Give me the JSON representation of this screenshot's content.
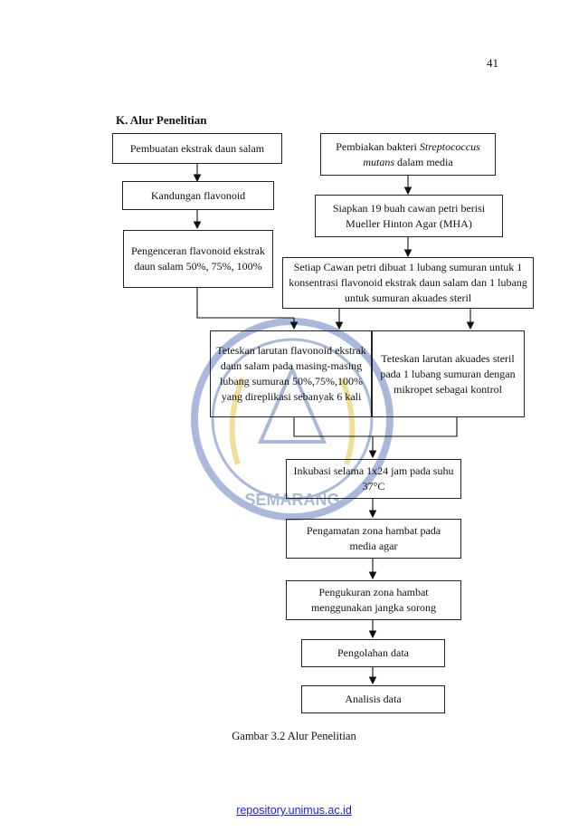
{
  "page_number": "41",
  "section_heading": "K.  Alur Penelitian",
  "flow": {
    "step_1": "Pembuatan ekstrak daun salam",
    "step_2": "Kandungan flavonoid",
    "step_3": "Pengenceran flavonoid ekstrak daun salam 50%, 75%, 100%",
    "bacteria_step": {
      "prefix": "Pembiakan bakteri ",
      "species_italic": "Streptococcus mutans",
      "suffix": " dalam media"
    },
    "petri_step": "Siapkan 19 buah cawan petri berisi Mueller Hinton Agar (MHA)",
    "well_step": "Setiap Cawan petri dibuat 1 lubang sumuran untuk 1 konsentrasi flavonoid ekstrak daun salam dan 1 lubang untuk sumuran akuades steril",
    "drop_flavonoid_step": "Teteskan larutan flavonoid ekstrak daun salam pada masing-masing lubang sumuran 50%,75%,100% yang direplikasi sebanyak 6 kali",
    "drop_aquadest_step": "Teteskan larutan akuades steril pada 1 lubang sumuran dengan mikropet sebagai kontrol",
    "incubation_step": "Inkubasi selama 1x24 jam pada suhu 37°C",
    "observation_step": "Pengamatan zona hambat pada media agar",
    "measurement_step": "Pengukuran zona hambat menggunakan jangka sorong",
    "processing_step": "Pengolahan data",
    "analysis_step": "Analisis data"
  },
  "watermark": {
    "text": "SEMARANG",
    "color": "#3f66b0",
    "accent": "#e0b820"
  },
  "caption": "Gambar 3.2 Alur Penelitian",
  "footer_link": "repository.unimus.ac.id"
}
